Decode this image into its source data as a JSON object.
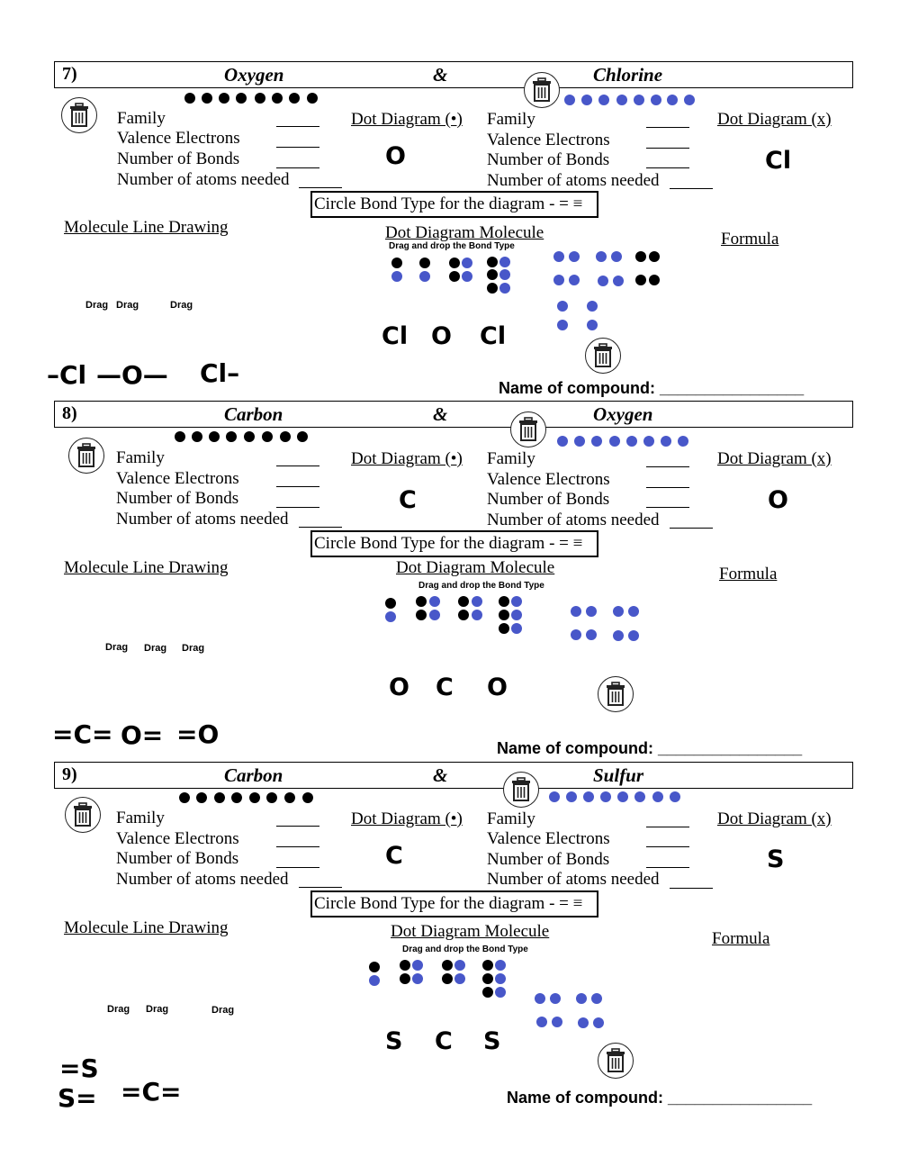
{
  "labels": {
    "family": "Family",
    "valence": "Valence Electrons",
    "bonds": "Number of Bonds",
    "atoms_needed": "Number of atoms needed",
    "dot_dia_dot": "Dot Diagram (•)",
    "dot_dia_x": "Dot Diagram (x)",
    "bond_type": "Circle Bond Type for the diagram - = ≡",
    "line_drawing": "Molecule Line Drawing",
    "dot_molecule": "Dot Diagram Molecule",
    "drag_drop_hint": "Drag and drop the Bond Type",
    "formula": "Formula",
    "drag": "Drag",
    "compound_name": "Name of compound: ________________"
  },
  "problems": [
    {
      "number": "7)",
      "element1": "Oxygen",
      "amp": "&",
      "element2": "Chlorine",
      "symbol1": "O",
      "symbol2": "Cl",
      "molecule": [
        "Cl",
        "O",
        "Cl"
      ],
      "pieces": [
        "–Cl",
        "—O—",
        "Cl–"
      ]
    },
    {
      "number": "8)",
      "element1": "Carbon",
      "amp": "&",
      "element2": "Oxygen",
      "symbol1": "C",
      "symbol2": "O",
      "molecule": [
        "O",
        "C",
        "O"
      ],
      "pieces": [
        "=C=",
        "O=",
        "=O"
      ]
    },
    {
      "number": "9)",
      "element1": "Carbon",
      "amp": "&",
      "element2": "Sulfur",
      "symbol1": "C",
      "symbol2": "S",
      "molecule": [
        "S",
        "C",
        "S"
      ],
      "pieces": [
        "=S",
        "S=",
        "=C="
      ]
    }
  ],
  "colors": {
    "black_dot": "#000000",
    "blue_dot": "#4857c9"
  },
  "icons": {
    "trash": "trash-can-icon"
  }
}
